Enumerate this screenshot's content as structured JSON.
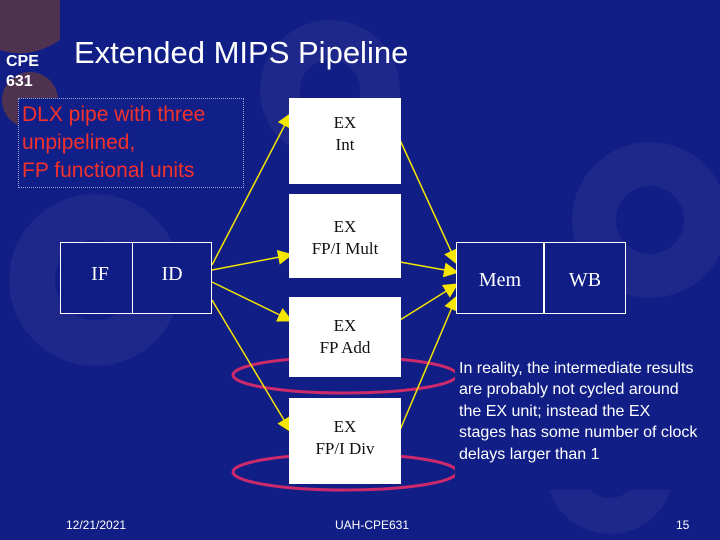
{
  "header": {
    "course": "CPE 631",
    "title": "Extended MIPS Pipeline"
  },
  "note_left": {
    "lines": [
      "DLX pipe with three",
      "unpipelined,",
      "FP functional units"
    ]
  },
  "stages": {
    "if": "IF",
    "id": "ID",
    "mem": "Mem",
    "wb": "WB"
  },
  "units": {
    "ex_int": {
      "line1": "EX",
      "line2": "Int"
    },
    "ex_mult": {
      "line1": "EX",
      "line2": "FP/I Mult"
    },
    "ex_add": {
      "line1": "EX",
      "line2": "FP Add"
    },
    "ex_div": {
      "line1": "EX",
      "line2": "FP/I Div"
    }
  },
  "note_right": "In reality, the intermediate results are probably not cycled around the EX unit; instead the EX stages has some number of clock delays larger than 1",
  "footer": {
    "date": "12/21/2021",
    "center": "UAH-CPE631",
    "page": "15"
  },
  "colors": {
    "background": "#101e86",
    "accent_red": "#f4312a",
    "loop_ring": "#cc2a6a",
    "arrow": "#f5e600",
    "gear": "#3a2a6e"
  }
}
